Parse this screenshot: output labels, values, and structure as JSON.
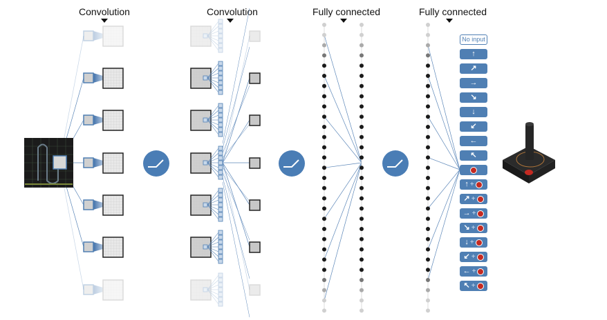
{
  "headers": [
    {
      "label": "Convolution"
    },
    {
      "label": "Convolution"
    },
    {
      "label": "Fully connected"
    },
    {
      "label": "Fully connected"
    }
  ],
  "activation": {
    "icon": "relu-icon",
    "color": "#4a7db5"
  },
  "input": {
    "icon": "game-screen-thumbnail"
  },
  "output_actions": [
    {
      "label": "No input",
      "kind": "text"
    },
    {
      "arrow": "↑",
      "fire": false
    },
    {
      "arrow": "↗",
      "fire": false
    },
    {
      "arrow": "→",
      "fire": false
    },
    {
      "arrow": "↘",
      "fire": false
    },
    {
      "arrow": "↓",
      "fire": false
    },
    {
      "arrow": "↙",
      "fire": false
    },
    {
      "arrow": "←",
      "fire": false
    },
    {
      "arrow": "↖",
      "fire": false
    },
    {
      "arrow": "",
      "fire": true
    },
    {
      "arrow": "↑",
      "fire": true,
      "plus": "+"
    },
    {
      "arrow": "↗",
      "fire": true,
      "plus": "+"
    },
    {
      "arrow": "→",
      "fire": true,
      "plus": "+"
    },
    {
      "arrow": "↘",
      "fire": true,
      "plus": "+"
    },
    {
      "arrow": "↓",
      "fire": true,
      "plus": "+"
    },
    {
      "arrow": "↙",
      "fire": true,
      "plus": "+"
    },
    {
      "arrow": "←",
      "fire": true,
      "plus": "+"
    },
    {
      "arrow": "↖",
      "fire": true,
      "plus": "+"
    }
  ],
  "controller": {
    "icon": "joystick-icon"
  },
  "colors": {
    "accent": "#4f7fb3",
    "line": "#5b86b8",
    "fire": "#c42a22"
  }
}
